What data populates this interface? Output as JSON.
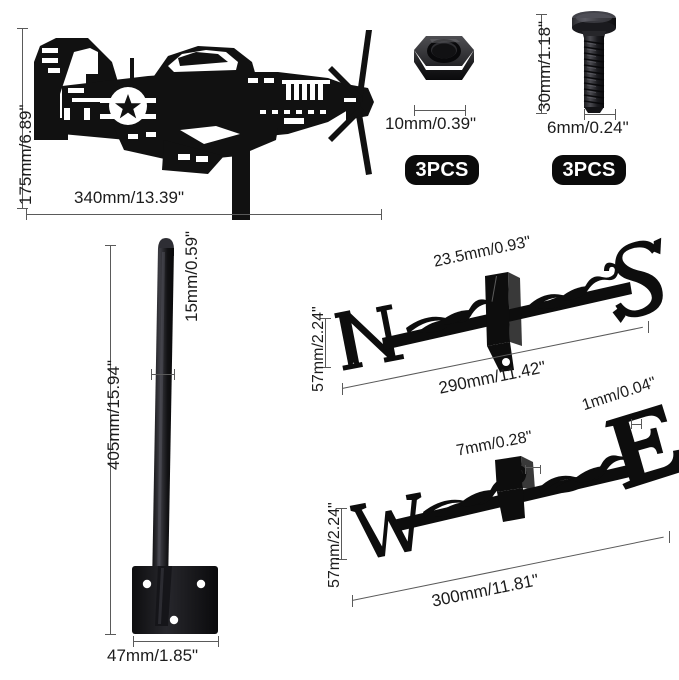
{
  "meta": {
    "diagram_title": "Weathervane parts dimension diagram",
    "background_color": "#ffffff",
    "part_color": "#0b0b0b",
    "dimension_line_color": "#5a5a5a",
    "text_color": "#1c1c1c"
  },
  "parts": {
    "airplane": {
      "name": "P-51 Mustang airplane silhouette",
      "height_label": "175mm/6.89\"",
      "width_label": "340mm/13.39\""
    },
    "nut": {
      "name": "hex nut",
      "width_label": "10mm/0.39\"",
      "quantity_label": "3PCS"
    },
    "bolt": {
      "name": "hex head bolt screw",
      "length_label": "30mm/1.18\"",
      "diameter_label": "6mm/0.24\"",
      "quantity_label": "3PCS"
    },
    "pole": {
      "name": "mounting pole with base plate",
      "length_label": "405mm/15.94\"",
      "diameter_label": "15mm/0.59\"",
      "base_width_label": "47mm/1.85\""
    },
    "arm_ns": {
      "name": "north-south direction arm",
      "letter_left": "N",
      "letter_right": "S",
      "height_label": "57mm/2.24\"",
      "length_label": "290mm/11.42\"",
      "bracket_label": "23.5mm/0.93\""
    },
    "arm_we": {
      "name": "west-east direction arm",
      "letter_left": "W",
      "letter_right": "E",
      "height_label": "57mm/2.24\"",
      "length_label": "300mm/11.81\"",
      "bracket_label": "7mm/0.28\"",
      "thickness_label": "1mm/0.04\""
    }
  }
}
